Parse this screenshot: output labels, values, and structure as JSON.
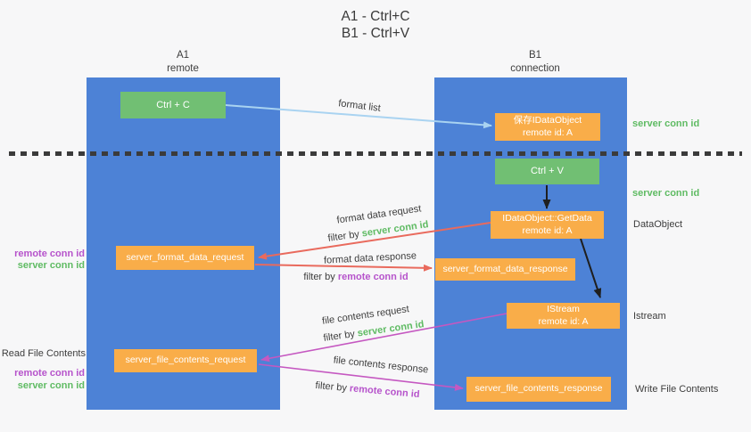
{
  "title": {
    "line1": "A1 - Ctrl+C",
    "line2": "B1 - Ctrl+V"
  },
  "columns": {
    "a1": {
      "title": "A1",
      "subtitle": "remote"
    },
    "b1": {
      "title": "B1",
      "subtitle": "connection"
    }
  },
  "boxes": {
    "ctrl_c": "Ctrl + C",
    "ctrl_v": "Ctrl + V",
    "save_dataobject_line1": "保存IDataObject",
    "save_dataobject_line2": "remote id: A",
    "getdata_line1": "IDataObject::GetData",
    "getdata_line2": "remote id: A",
    "istream_line1": "IStream",
    "istream_line2": "remote id: A",
    "format_request": "server_format_data_request",
    "format_response": "server_format_data_response",
    "file_request": "server_file_contents_request",
    "file_response": "server_file_contents_response"
  },
  "labels": {
    "format_list": "format list",
    "format_data_request": "format data request",
    "format_data_response": "format data response",
    "file_contents_request": "file contents request",
    "file_contents_response": "file contents response",
    "filter_by": "filter by",
    "server_conn_id": "server conn id",
    "remote_conn_id": "remote conn id",
    "dataobject": "DataObject",
    "istream": "Istream",
    "read_file_contents": "Read File Contents",
    "write_file_contents": "Write File Contents"
  },
  "colors": {
    "column_blue": "#4d82d6",
    "box_green": "#71bf73",
    "box_orange": "#f9ad49",
    "text_green": "#5fbb63",
    "text_purple": "#b653cb",
    "arrow_lightblue": "#a9d3f1",
    "arrow_salmon": "#e96a5d",
    "arrow_magenta": "#c558c1",
    "arrow_black": "#1f1f1f",
    "divider_dark": "#3b3b3b"
  },
  "arrows": [
    {
      "name": "format-list-arrow",
      "from": "ctrl_c",
      "to": "save_dataobject",
      "color": "#a9d3f1"
    },
    {
      "name": "ctrl-v-to-getdata-arrow",
      "from": "ctrl_v",
      "to": "getdata",
      "color": "#1f1f1f"
    },
    {
      "name": "getdata-to-istream-arrow",
      "from": "getdata",
      "to": "istream",
      "color": "#1f1f1f"
    },
    {
      "name": "format-data-request-arrow",
      "from": "getdata",
      "to": "format_request",
      "color": "#e96a5d"
    },
    {
      "name": "format-data-response-arrow",
      "from": "format_request",
      "to": "format_response",
      "color": "#e96a5d"
    },
    {
      "name": "file-contents-request-arrow",
      "from": "istream",
      "to": "file_request",
      "color": "#c558c1"
    },
    {
      "name": "file-contents-response-arrow",
      "from": "file_request",
      "to": "file_response",
      "color": "#c558c1"
    }
  ]
}
